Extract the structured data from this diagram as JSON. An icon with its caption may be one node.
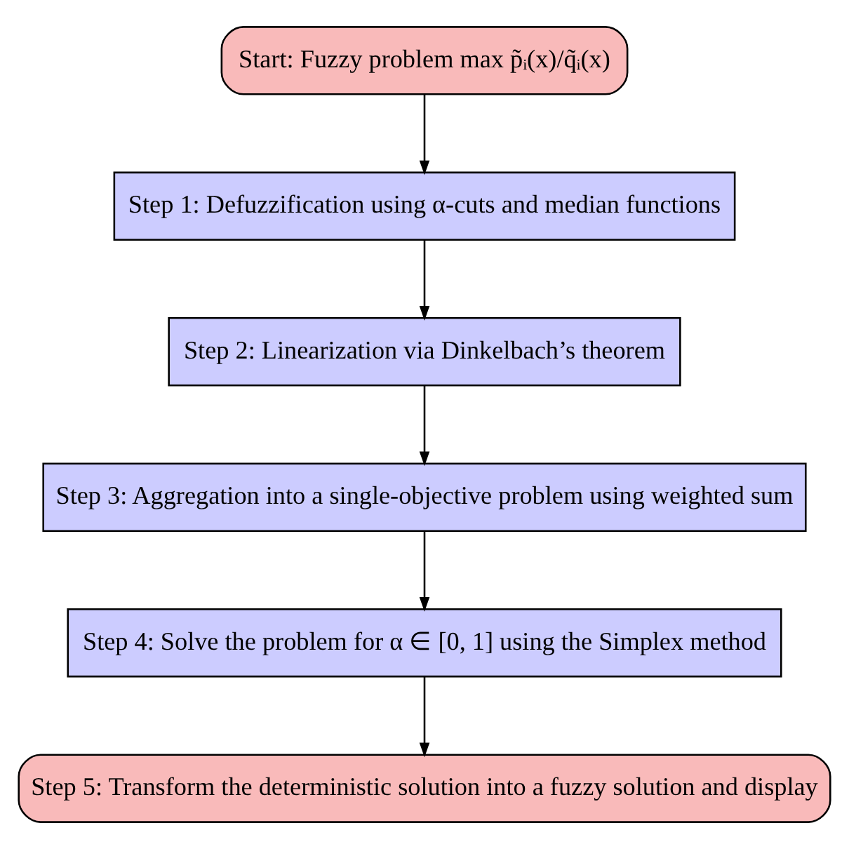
{
  "diagram": {
    "nodes": [
      {
        "text": [
          "Start: Fuzzy problem max p̃ᵢ(x)/q̃ᵢ(x)"
        ]
      },
      {
        "text": [
          "Step 1: Defuzzification using α-cuts and median functions"
        ]
      },
      {
        "text": [
          "Step 2: Linearization via Dinkelbach’s theorem"
        ]
      },
      {
        "text": [
          "Step 3: Aggregation into a single-objective problem using weighted sum"
        ]
      },
      {
        "text": [
          "Step 4: Solve the problem for α ∈ [0, 1] using the Simplex method"
        ]
      },
      {
        "text": [
          "Step 5: Transform the deterministic solution into a fuzzy solution and display"
        ]
      }
    ],
    "edges": [
      {
        "from": 0,
        "to": 1,
        "arrow": "to"
      },
      {
        "from": 1,
        "to": 2,
        "arrow": "to"
      },
      {
        "from": 2,
        "to": 3,
        "arrow": "to"
      },
      {
        "from": 3,
        "to": 4,
        "arrow": "to"
      },
      {
        "from": 4,
        "to": 5,
        "arrow": "to"
      }
    ]
  }
}
